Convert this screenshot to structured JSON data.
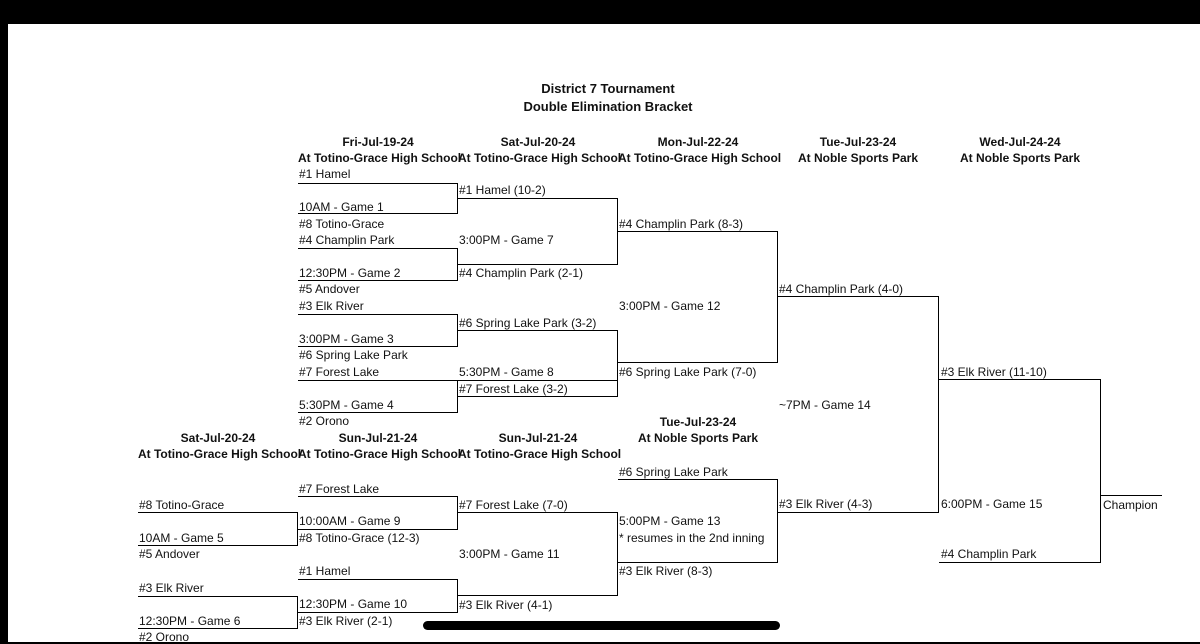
{
  "title": {
    "line1": "District 7 Tournament",
    "line2": "Double Elimination Bracket"
  },
  "columns": [
    {
      "date": "Fri-Jul-19-24",
      "venue": "At Totino-Grace High School"
    },
    {
      "date": "Sat-Jul-20-24",
      "venue": "At Totino-Grace High School"
    },
    {
      "date": "Mon-Jul-22-24",
      "venue": "At Totino-Grace High School"
    },
    {
      "date": "Tue-Jul-23-24",
      "venue": "At Noble Sports Park"
    },
    {
      "date": "Wed-Jul-24-24",
      "venue": "At Noble Sports Park"
    }
  ],
  "lower_columns": [
    {
      "date": "Sat-Jul-20-24",
      "venue": "At Totino-Grace High School"
    },
    {
      "date": "Sun-Jul-21-24",
      "venue": "At Totino-Grace High School"
    },
    {
      "date": "Sun-Jul-21-24",
      "venue": "At Totino-Grace High School"
    },
    {
      "date": "Tue-Jul-23-24",
      "venue": "At Noble Sports Park"
    }
  ],
  "entries": {
    "c1_hamel": "#1 Hamel",
    "c1_game1": "10AM - Game 1",
    "c1_totino": "#8 Totino-Grace",
    "c1_champlin": "#4 Champlin Park",
    "c1_game2": "12:30PM - Game 2",
    "c1_andover": "#5 Andover",
    "c1_elk": "#3 Elk River",
    "c1_game3": "3:00PM - Game 3",
    "c1_spring": "#6 Spring Lake Park",
    "c1_forest": "#7 Forest Lake",
    "c1_game4": "5:30PM - Game 4",
    "c1_orono": "#2 Orono",
    "c2_hamel": "#1 Hamel (10-2)",
    "c2_game7": "3:00PM - Game 7",
    "c2_champlin": "#4 Champlin Park (2-1)",
    "c2_spring": "#6 Spring Lake Park (3-2)",
    "c2_game8": "5:30PM - Game 8",
    "c2_forest": "#7 Forest Lake (3-2)",
    "c3_champlin": "#4 Champlin Park (8-3)",
    "c3_game12": "3:00PM - Game 12",
    "c3_spring": "#6 Spring Lake Park (7-0)",
    "c4_champlin": "#4 Champlin Park (4-0)",
    "c4_game14": "~7PM - Game 14",
    "c4_elk": "#3 Elk River (4-3)",
    "c5_elk": "#3 Elk River (11-10)",
    "c5_game15": "6:00PM - Game 15",
    "c5_champlin": "#4 Champlin Park",
    "champion": "Champion",
    "l0_totino": "#8 Totino-Grace",
    "l0_game5": "10AM - Game 5",
    "l0_andover": "#5 Andover",
    "l0_elk": "#3 Elk River",
    "l0_game6": "12:30PM - Game 6",
    "l0_orono": "#2 Orono",
    "l1_forest": "#7 Forest Lake",
    "l1_game9": "10:00AM - Game 9",
    "l1_totino": "#8 Totino-Grace (12-3)",
    "l1_hamel": "#1 Hamel",
    "l1_game10": "12:30PM - Game 10",
    "l1_elk": "#3 Elk River (2-1)",
    "l2_forest": "#7 Forest Lake (7-0)",
    "l2_game11": "3:00PM - Game 11",
    "l2_elk": "#3 Elk River (4-1)",
    "l3_spring": "#6 Spring Lake Park",
    "l3_game13": "5:00PM - Game 13",
    "l3_note": "* resumes in the 2nd inning",
    "l3_elk": "#3 Elk River (8-3)"
  }
}
